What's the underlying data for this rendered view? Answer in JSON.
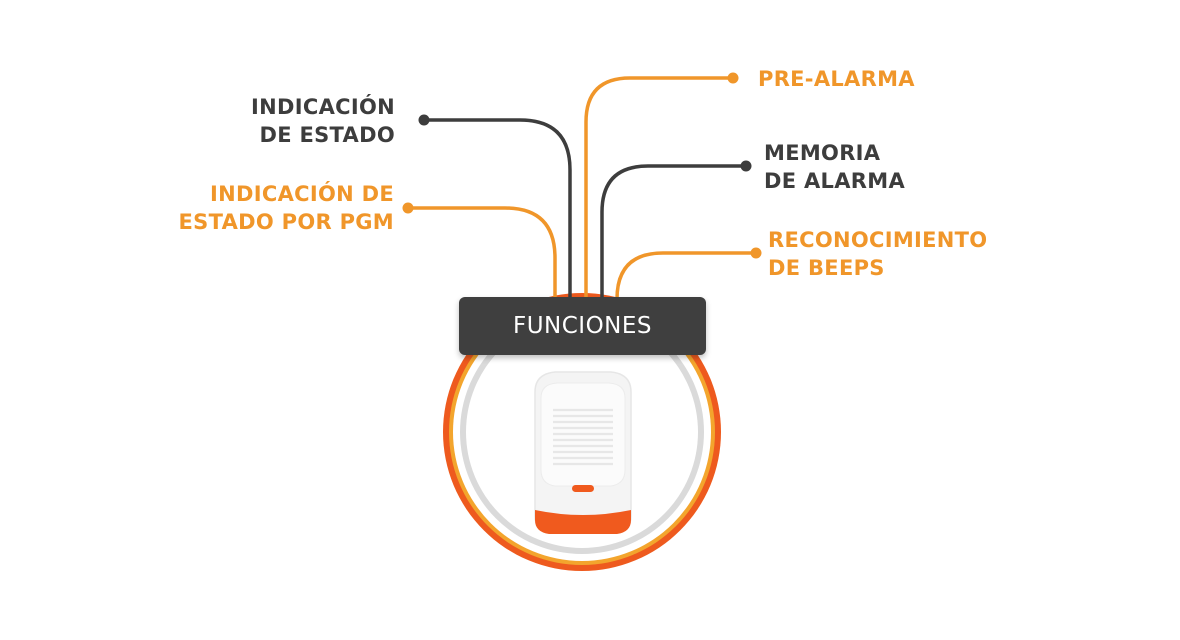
{
  "colors": {
    "dark": "#3d3d3d",
    "orange": "#f0962a",
    "ring_outer": "#ee5a1e",
    "ring_gold": "#f3a52d",
    "ring_gray": "#d8d8d8",
    "device_accent": "#f05a1e"
  },
  "hub": {
    "label": "FUNCIONES"
  },
  "labels": {
    "indicacion_estado": {
      "line1": "INDICACIÓN",
      "line2": "DE ESTADO"
    },
    "indicacion_pgm": {
      "line1": "INDICACIÓN DE",
      "line2": "ESTADO POR PGM"
    },
    "pre_alarma": {
      "line1": "PRE-ALARMA"
    },
    "memoria_alarma": {
      "line1": "MEMORIA",
      "line2": "DE ALARMA"
    },
    "reconocimiento_beeps": {
      "line1": "RECONOCIMIENTO",
      "line2": "DE BEEPS"
    }
  },
  "icons": {
    "device": "alarm-siren-icon"
  }
}
